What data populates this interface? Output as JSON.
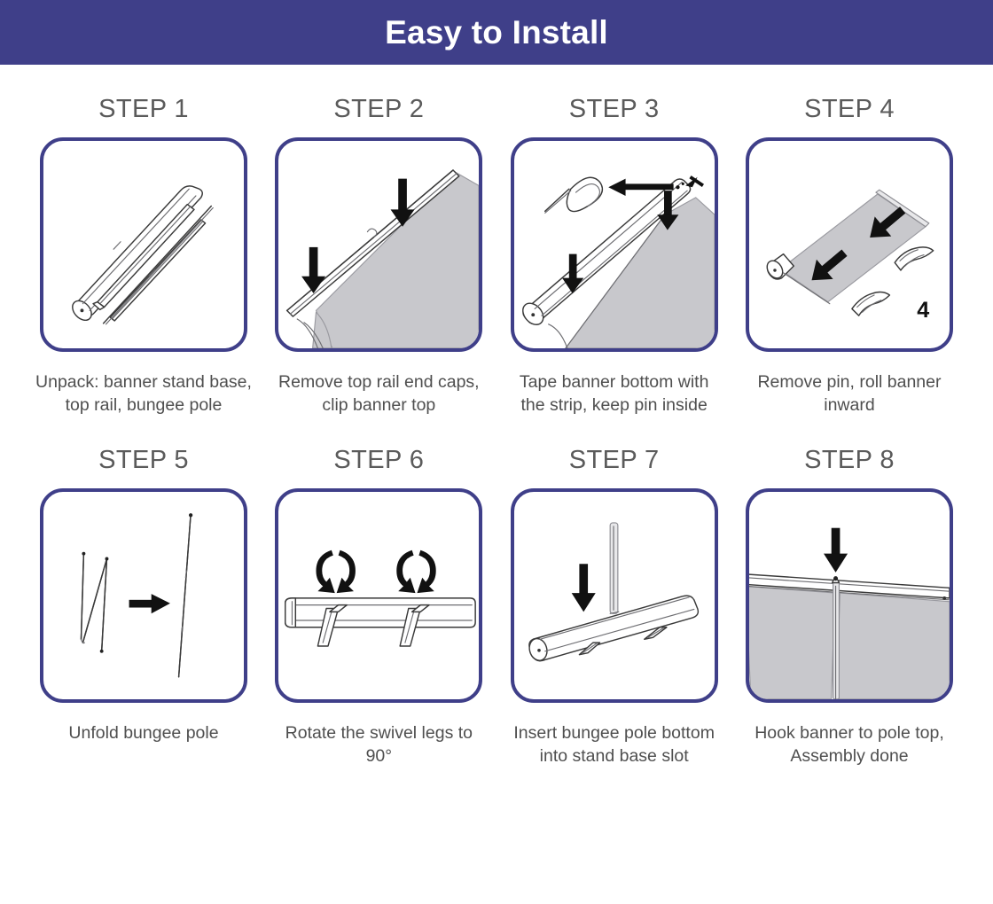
{
  "header": {
    "title": "Easy to Install",
    "band_color": "#3f3f89",
    "title_color": "#ffffff"
  },
  "theme": {
    "card_border_color": "#3f3f89",
    "card_background": "#ffffff",
    "heading_color": "#5b5b5b",
    "caption_color": "#4f4f4f",
    "banner_grey": "#c8c8cc",
    "arrow_color": "#111111",
    "page_background": "#ffffff"
  },
  "steps": [
    {
      "heading": "STEP 1",
      "caption": "Unpack: banner stand base, top rail, bungee pole",
      "illustration": "stand-base-top-rail-bungee-pole-parts"
    },
    {
      "heading": "STEP 2",
      "caption": "Remove top rail end caps, clip banner top",
      "illustration": "top-rail-clip-banner-down-arrows"
    },
    {
      "heading": "STEP 3",
      "caption": "Tape banner bottom with the strip, keep pin inside",
      "illustration": "tape-banner-bottom-pin-pull-out"
    },
    {
      "heading": "STEP 4",
      "caption": "Remove pin, roll banner inward",
      "illustration": "roll-banner-inward-hands",
      "corner_number": "4"
    },
    {
      "heading": "STEP 5",
      "caption": "Unfold bungee pole",
      "illustration": "folded-pole-arrow-straight-pole"
    },
    {
      "heading": "STEP 6",
      "caption": "Rotate the swivel legs to 90°",
      "illustration": "base-tube-swivel-legs-rotate-arrows"
    },
    {
      "heading": "STEP 7",
      "caption": "Insert bungee pole bottom into stand base slot",
      "illustration": "insert-pole-into-base-slot-down-arrow"
    },
    {
      "heading": "STEP 8",
      "caption": "Hook banner to pole top, Assembly done",
      "illustration": "hook-banner-to-pole-top-down-arrow"
    }
  ]
}
